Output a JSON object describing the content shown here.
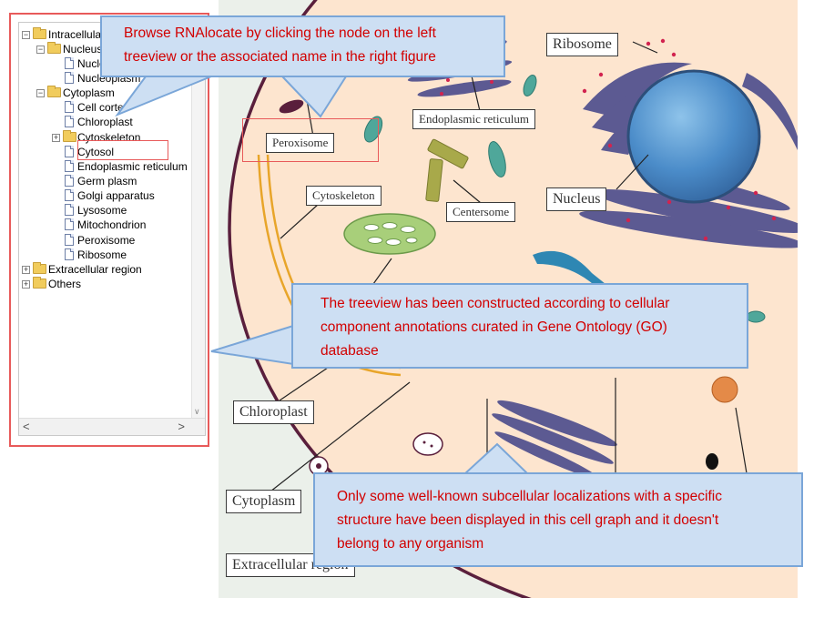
{
  "tree": {
    "nodes": [
      {
        "label": "Intracellular region",
        "toggle": "−"
      },
      {
        "label": "Nucleus",
        "toggle": "−"
      },
      {
        "label": "Nucleolus"
      },
      {
        "label": "Nucleoplasm"
      },
      {
        "label": "Cytoplasm",
        "toggle": "−"
      },
      {
        "label": "Cell cortex"
      },
      {
        "label": "Chloroplast"
      },
      {
        "label": "Cytoskeleton",
        "toggle": "+"
      },
      {
        "label": "Cytosol"
      },
      {
        "label": "Endoplasmic reticulum"
      },
      {
        "label": "Germ plasm"
      },
      {
        "label": "Golgi apparatus"
      },
      {
        "label": "Lysosome"
      },
      {
        "label": "Mitochondrion"
      },
      {
        "label": "Peroxisome"
      },
      {
        "label": "Ribosome"
      },
      {
        "label": "Extracellular region",
        "toggle": "+"
      },
      {
        "label": "Others",
        "toggle": "+"
      }
    ],
    "scroll_left": "<",
    "scroll_right": ">",
    "scroll_down": "∨"
  },
  "cell_labels": {
    "ribosome": "Ribosome",
    "endoplasmic_reticulum": "Endoplasmic reticulum",
    "peroxisome": "Peroxisome",
    "cytoskeleton": "Cytoskeleton",
    "centersome": "Centersome",
    "nucleus": "Nucleus",
    "chloroplast": "Chloroplast",
    "cytoplasm": "Cytoplasm",
    "extracellular_region": "Extracellular region"
  },
  "callouts": {
    "browse": [
      "Browse RNAlocate by clicking the node on the left",
      "treeview or the associated name in the right figure"
    ],
    "treeview": [
      "The treeview has been constructed according to cellular",
      "component annotations curated in  Gene Ontology (GO)",
      "database"
    ],
    "organism": [
      "Only some well-known subcellular localizations with a specific",
      "structure have been displayed in this cell graph and it doesn't",
      "belong to any organism"
    ]
  },
  "colors": {
    "highlight_border": "#e85a5a",
    "callout_fill": "#cddff3",
    "callout_border": "#7aa6d8",
    "callout_text": "#d20000",
    "cytoplasm_fill": "#fde5cf",
    "extracellular_fill": "#ebf0ea",
    "membrane": "#5a1f3c",
    "nucleus": "#3f7fc0",
    "organelle_purple": "#5c5a92"
  }
}
